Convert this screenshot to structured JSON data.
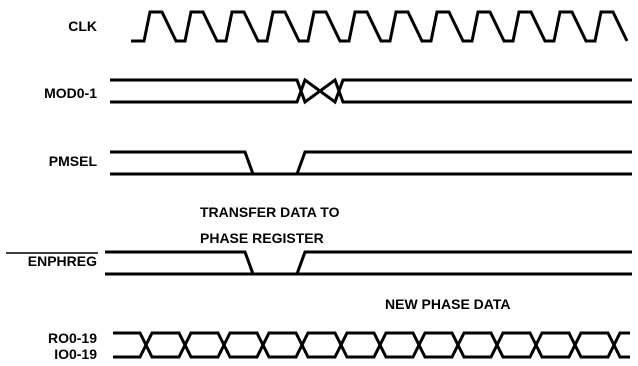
{
  "signals": {
    "clk": "CLK",
    "mod": "MOD0-1",
    "pmsel": "PMSEL",
    "enphreg": "ENPHREG",
    "ro": "RO0-19",
    "io": "IO0-19"
  },
  "annotations": {
    "transfer_line1": "TRANSFER DATA TO",
    "transfer_line2": "PHASE REGISTER",
    "new_phase": "NEW PHASE DATA"
  }
}
